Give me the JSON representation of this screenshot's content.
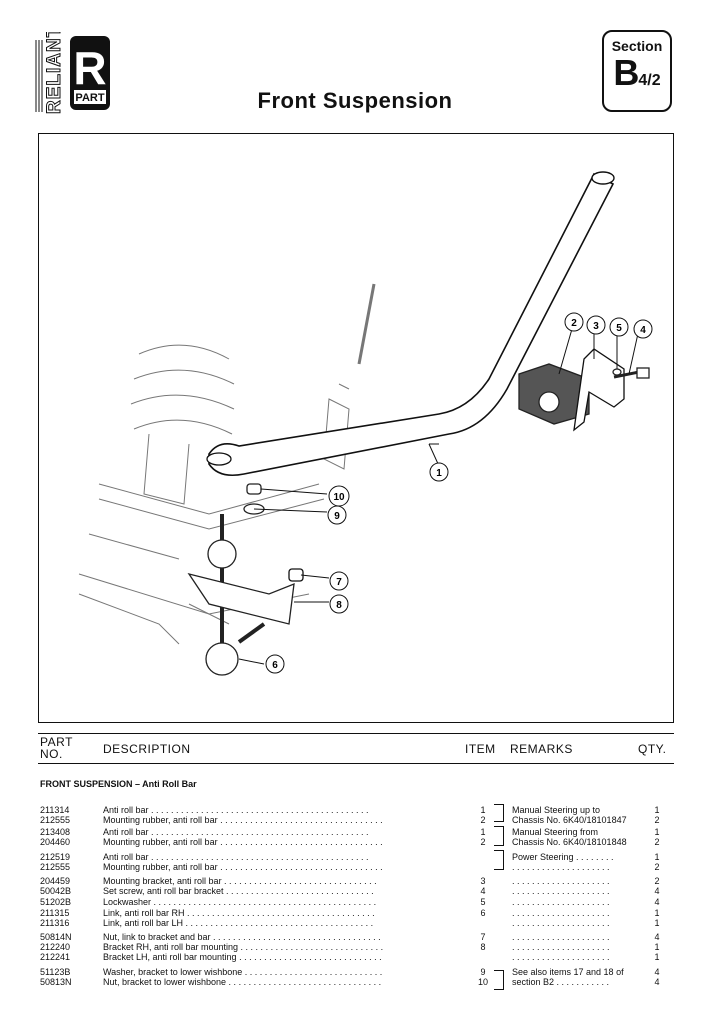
{
  "logo": {
    "brand_text": "RELIANT",
    "letter": "R",
    "sub": "PART"
  },
  "section": {
    "label": "Section",
    "code_main": "B",
    "code_sub": "4/2"
  },
  "title": "Front Suspension",
  "diagram": {
    "callouts": [
      "1",
      "2",
      "3",
      "4",
      "5",
      "6",
      "7",
      "8",
      "9",
      "10"
    ]
  },
  "table": {
    "headers": {
      "part_no": "PART NO.",
      "description": "DESCRIPTION",
      "item": "ITEM",
      "remarks": "REMARKS",
      "qty": "QTY."
    },
    "group_title": "FRONT SUSPENSION – Anti Roll Bar",
    "rows": [
      {
        "part": "211314",
        "desc": "Anti roll bar . . . . . . . . . . . . . . . . . . . . . . . . . . . . . . . . . . . . . . . . . . . .",
        "item": "1",
        "remarks": "Manual Steering up to",
        "qty": "1"
      },
      {
        "part": "212555",
        "desc": "Mounting rubber, anti roll bar . . . . . . . . . . . . . . . . . . . . . . . . . . . . . . . . .",
        "item": "2",
        "remarks": "Chassis No. 6K40/18101847",
        "qty": "2"
      },
      {
        "part": "213408",
        "desc": "Anti roll bar . . . . . . . . . . . . . . . . . . . . . . . . . . . . . . . . . . . . . . . . . . . .",
        "item": "1",
        "remarks": "Manual Steering from",
        "qty": "1"
      },
      {
        "part": "204460",
        "desc": "Mounting rubber, anti roll bar . . . . . . . . . . . . . . . . . . . . . . . . . . . . . . . . .",
        "item": "2",
        "remarks": "Chassis No. 6K40/18101848",
        "qty": "2"
      },
      {
        "part": "212519",
        "desc": "Anti roll bar . . . . . . . . . . . . . . . . . . . . . . . . . . . . . . . . . . . . . . . . . . . .",
        "item": "",
        "remarks": "Power Steering . . . . . . . .",
        "qty": "1"
      },
      {
        "part": "212555",
        "desc": "Mounting rubber, anti roll bar . . . . . . . . . . . . . . . . . . . . . . . . . . . . . . . . .",
        "item": "",
        "remarks": ". . . . . . . . . . . . . . . . . . . .",
        "qty": "2"
      },
      {
        "part": "204459",
        "desc": "Mounting bracket, anti roll bar . . . . . . . . . . . . . . . . . . . . . . . . . . . . . . .",
        "item": "3",
        "remarks": ". . . . . . . . . . . . . . . . . . . .",
        "qty": "2"
      },
      {
        "part": "50042B",
        "desc": "Set screw, anti roll bar bracket . . . . . . . . . . . . . . . . . . . . . . . . . . . . . .",
        "item": "4",
        "remarks": ". . . . . . . . . . . . . . . . . . . .",
        "qty": "4"
      },
      {
        "part": "51202B",
        "desc": "Lockwasher . . . . . . . . . . . . . . . . . . . . . . . . . . . . . . . . . . . . . . . . . . . . .",
        "item": "5",
        "remarks": ". . . . . . . . . . . . . . . . . . . .",
        "qty": "4"
      },
      {
        "part": "211315",
        "desc": "Link, anti roll bar RH . . . . . . . . . . . . . . . . . . . . . . . . . . . . . . . . . . . . . .",
        "item": "6",
        "remarks": ". . . . . . . . . . . . . . . . . . . .",
        "qty": "1"
      },
      {
        "part": "211316",
        "desc": "Link, anti roll bar LH . . . . . . . . . . . . . . . . . . . . . . . . . . . . . . . . . . . . . .",
        "item": "",
        "remarks": ". . . . . . . . . . . . . . . . . . . .",
        "qty": "1"
      },
      {
        "part": "50814N",
        "desc": "Nut, link to bracket and bar . . . . . . . . . . . . . . . . . . . . . . . . . . . . . . . . . .",
        "item": "7",
        "remarks": ". . . . . . . . . . . . . . . . . . . .",
        "qty": "4"
      },
      {
        "part": "212240",
        "desc": "Bracket RH, anti roll bar mounting . . . . . . . . . . . . . . . . . . . . . . . . . . . . .",
        "item": "8",
        "remarks": ". . . . . . . . . . . . . . . . . . . .",
        "qty": "1"
      },
      {
        "part": "212241",
        "desc": "Bracket LH, anti roll bar mounting . . . . . . . . . . . . . . . . . . . . . . . . . . . . .",
        "item": "",
        "remarks": ". . . . . . . . . . . . . . . . . . . .",
        "qty": "1"
      },
      {
        "part": "51123B",
        "desc": "Washer, bracket to lower wishbone . . . . . . . . . . . . . . . . . . . . . . . . . . . .",
        "item": "9",
        "remarks": "See also items 17 and 18 of",
        "qty": "4"
      },
      {
        "part": "50813N",
        "desc": "Nut, bracket to lower wishbone . . . . . . . . . . . . . . . . . . . . . . . . . . . . . . .",
        "item": "10",
        "remarks": "section B2 . . . . . . . . . . .",
        "qty": "4"
      }
    ]
  }
}
